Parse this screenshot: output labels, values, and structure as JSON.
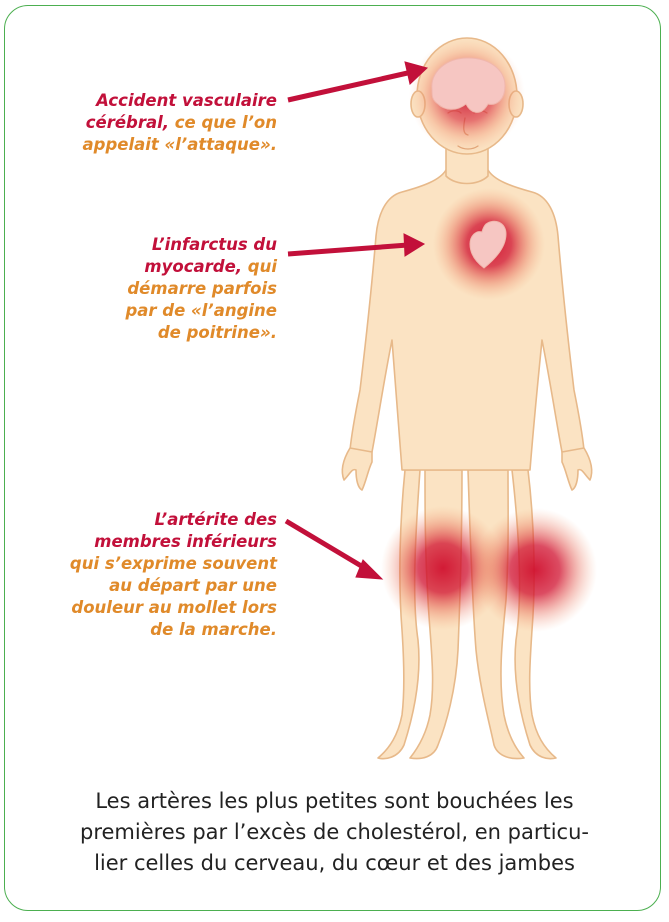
{
  "colors": {
    "border": "#4caf50",
    "label_red": "#c2103a",
    "label_orange": "#e08a2a",
    "skin": "#fbe3c3",
    "skin_outline": "#e7b98a",
    "lesion": "#d0102e",
    "organ": "#f6c6c2"
  },
  "labels": {
    "stroke": {
      "lines": [
        "Accident vasculaire",
        "cérébral, ",
        "ce que l’on",
        "appelait «l’attaque»."
      ]
    },
    "infarction": {
      "lines": [
        "L’infarctus du",
        "myocarde, ",
        "qui",
        "démarre parfois",
        "par de «l’angine",
        "de poitrine»."
      ]
    },
    "arteritis": {
      "lines": [
        "L’artérite des",
        "membres inférieurs",
        "qui s’exprime souvent",
        "au départ par une",
        "douleur au mollet lors",
        "de la marche."
      ]
    }
  },
  "caption": {
    "lines": [
      "Les artères les plus petites sont bouchées les",
      "premières par l’excès de cholestérol, en particu-",
      "lier celles du cerveau, du cœur et des jambes"
    ]
  }
}
